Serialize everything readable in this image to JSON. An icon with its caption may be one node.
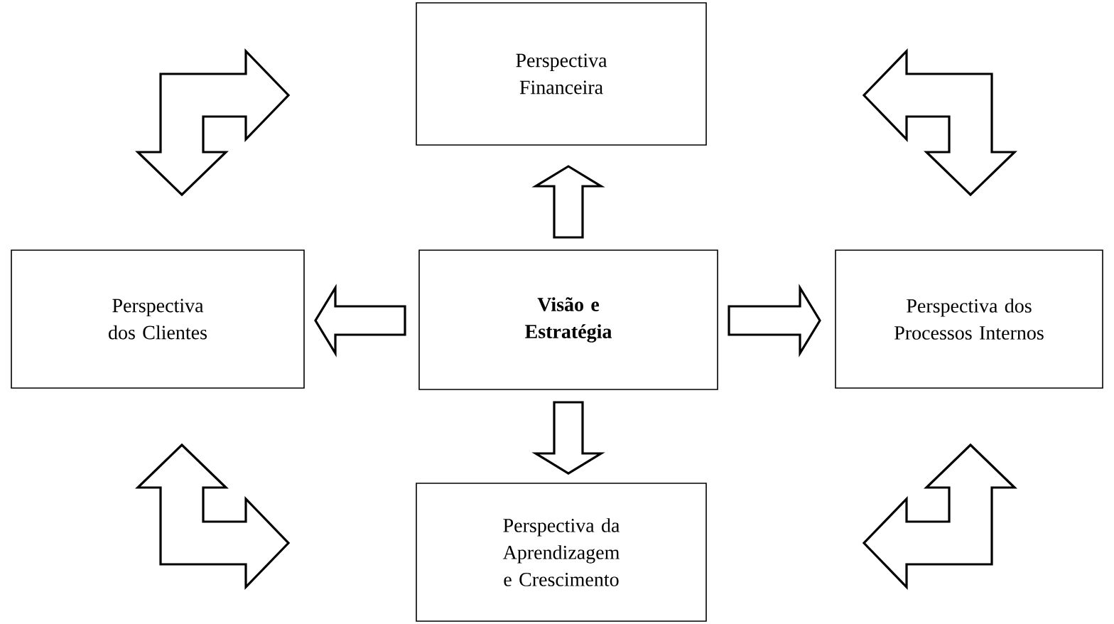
{
  "diagram": {
    "nodes": [
      {
        "text": [
          "Perspectiva Financeira"
        ]
      },
      {
        "text": [
          "Perspectiva dos Clientes"
        ]
      },
      {
        "text": [
          "Visão e Estratégia"
        ]
      },
      {
        "text": [
          "Perspectiva dos Processos Internos"
        ]
      },
      {
        "text": [
          "Perspectiva da Aprendizagem e Crescimento"
        ]
      }
    ],
    "edges": [
      {
        "from": 2,
        "to": 0,
        "arrow": "to"
      },
      {
        "from": 2,
        "to": 1,
        "arrow": "to"
      },
      {
        "from": 2,
        "to": 3,
        "arrow": "to"
      },
      {
        "from": 2,
        "to": 4,
        "arrow": "to"
      }
    ]
  }
}
